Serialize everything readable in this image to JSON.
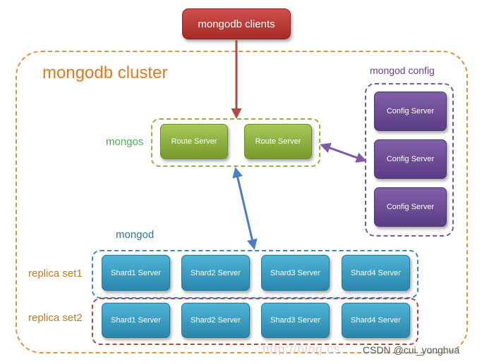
{
  "clients": {
    "label": "mongodb clients"
  },
  "cluster": {
    "label": "mongodb cluster"
  },
  "config": {
    "label": "mongod config",
    "servers": [
      "Config Server",
      "Config Server",
      "Config Server"
    ]
  },
  "mongos": {
    "label": "mongos",
    "servers": [
      "Route Server",
      "Route Server"
    ]
  },
  "mongod": {
    "label": "mongod"
  },
  "replica_sets": [
    {
      "label": "replica set1",
      "servers": [
        "Shard1 Server",
        "Shard2 Server",
        "Shard3 Server",
        "Shard4 Server"
      ]
    },
    {
      "label": "replica set2",
      "servers": [
        "Shard1 Server",
        "Shard2 Server",
        "Shard3 Server",
        "Shard4 Server"
      ]
    }
  ],
  "watermark": {
    "faint": "http://blog.cs",
    "main": "CSDN @cui_yonghua"
  },
  "colors": {
    "cluster_border": "#e0933a",
    "cluster_text": "#e07a1f",
    "mongos_border": "#8fb341",
    "mongos_text": "#4caf50",
    "config_border": "#7a54a0",
    "config_text": "#6a3d93",
    "replica1_border": "#3f86c4",
    "replica2_border": "#b3433f",
    "replica_text": "#c7791f",
    "mongod_text": "#2c73a8",
    "arrow_red": "#b14a47",
    "arrow_blue": "#4a7fc2",
    "arrow_purple": "#7e5aa8"
  }
}
